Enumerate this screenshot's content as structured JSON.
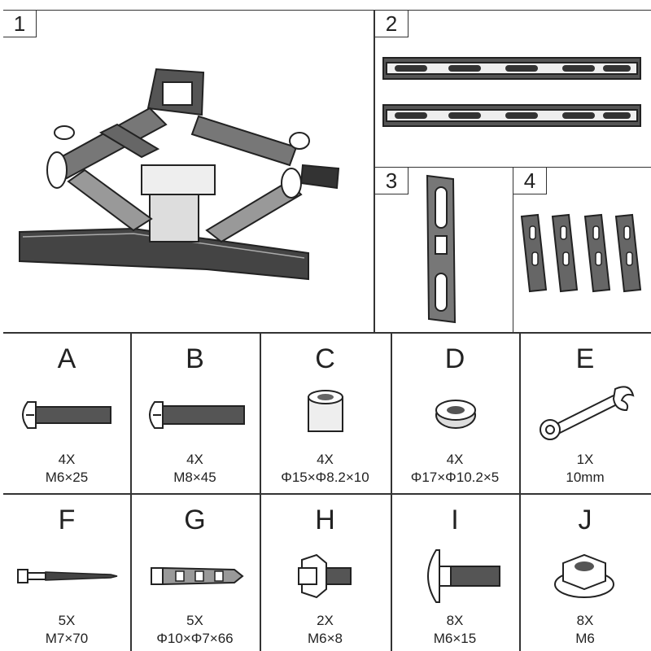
{
  "sections": [
    {
      "number": "1",
      "icon": "tv-mount-arm-assembly-icon"
    },
    {
      "number": "2",
      "icon": "wall-rails-icon"
    },
    {
      "number": "3",
      "icon": "vertical-bracket-icon"
    },
    {
      "number": "4",
      "icon": "spacer-strips-icon"
    }
  ],
  "parts": [
    {
      "letter": "A",
      "qty": "4X",
      "spec": "M6×25",
      "icon": "machine-screw-icon"
    },
    {
      "letter": "B",
      "qty": "4X",
      "spec": "M8×45",
      "icon": "machine-screw-icon"
    },
    {
      "letter": "C",
      "qty": "4X",
      "spec": "Φ15×Φ8.2×10",
      "icon": "spacer-icon"
    },
    {
      "letter": "D",
      "qty": "4X",
      "spec": "Φ17×Φ10.2×5",
      "icon": "washer-spacer-icon"
    },
    {
      "letter": "E",
      "qty": "1X",
      "spec": "10mm",
      "icon": "wrench-icon"
    },
    {
      "letter": "F",
      "qty": "5X",
      "spec": "M7×70",
      "icon": "lag-bolt-icon"
    },
    {
      "letter": "G",
      "qty": "5X",
      "spec": "Φ10×Φ7×66",
      "icon": "wall-anchor-icon"
    },
    {
      "letter": "H",
      "qty": "2X",
      "spec": "M6×8",
      "icon": "hex-flange-bolt-icon"
    },
    {
      "letter": "I",
      "qty": "8X",
      "spec": "M6×15",
      "icon": "carriage-bolt-icon"
    },
    {
      "letter": "J",
      "qty": "8X",
      "spec": "M6",
      "icon": "hex-nut-icon"
    }
  ]
}
